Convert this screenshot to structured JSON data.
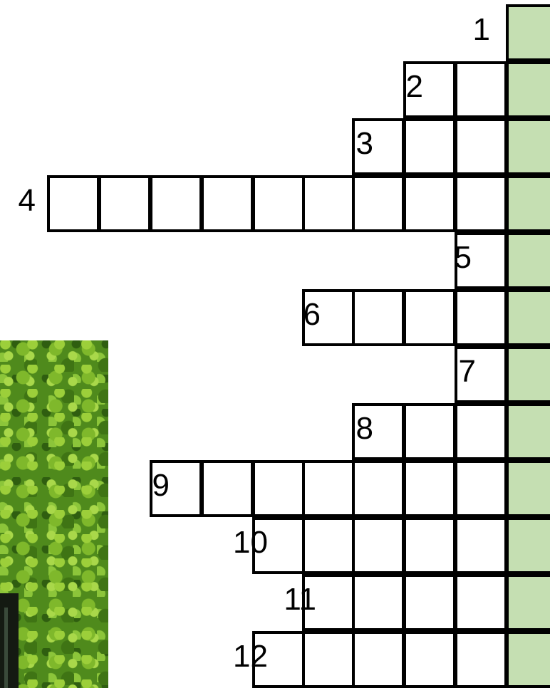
{
  "puzzle": {
    "highlight_color": "#c5dfb2",
    "clue_numbers": [
      "1",
      "2",
      "3",
      "4",
      "5",
      "6",
      "7",
      "8",
      "9",
      "10",
      "11",
      "12"
    ],
    "decor_image": "ivy-covered-wall-photo"
  }
}
